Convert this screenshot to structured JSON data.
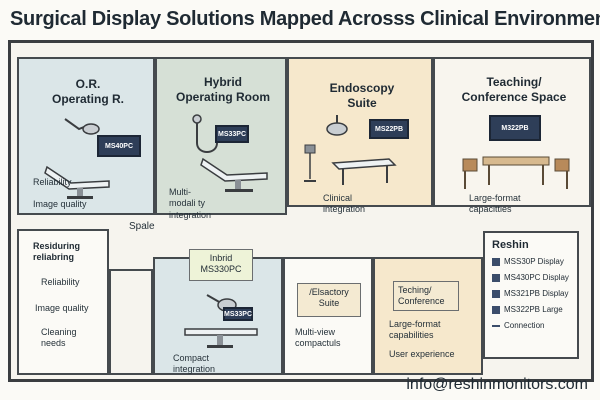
{
  "title": "Surgical Display Solutions Mapped Acrosss Clinical Environments",
  "email": "info@reshinmonitors.com",
  "colors": {
    "or_room": "#dbe6e8",
    "hybrid_room": "#d6e0d6",
    "endoscopy_room": "#f6e8cc",
    "teaching_room": "#f8f5ee",
    "monitor": "#2e3e58",
    "wall": "#3a3d40"
  },
  "rooms": {
    "or": {
      "title": "O.R.\nOperating R.",
      "monitor": "MS40PC",
      "notes": [
        "Reliability",
        "Image quality"
      ]
    },
    "hybrid": {
      "title": "Hybrid\nOperating Room",
      "monitor": "MS33PC",
      "notes": [
        "Multi-\nmodali ty\nintegration"
      ]
    },
    "endoscopy": {
      "title": "Endoscopy\nSuite",
      "monitor": "MS22PB",
      "notes": [
        "Clinical\nintegration"
      ]
    },
    "teaching": {
      "title": "Teaching/\nConference Space",
      "monitor": "M322PB",
      "notes": [
        "Large-format\ncapacitties"
      ]
    },
    "corridor": {
      "label": "Spale"
    },
    "residuring": {
      "title": "Residuring\nreliabring",
      "notes": [
        "Reliability",
        "Image quality",
        "Cleaning\nneeds"
      ]
    },
    "inbrid": {
      "title": "Inbrid\nMS330PC",
      "monitor": "MS33PC",
      "notes": [
        "Compact\nintegration"
      ]
    },
    "elsactory": {
      "title": "/Elsactory\nSuite",
      "notes": [
        "Multi-view\ncompactuls"
      ]
    },
    "teching": {
      "title": "Teching/\nConference",
      "notes": [
        "Large-format\ncapabilities",
        "User experience"
      ]
    }
  },
  "legend": {
    "title": "Reshin",
    "items": [
      "MSS30P Display",
      "MS430PC Display",
      "MS321PB Display",
      "MS322PB Large",
      "Connection"
    ]
  }
}
